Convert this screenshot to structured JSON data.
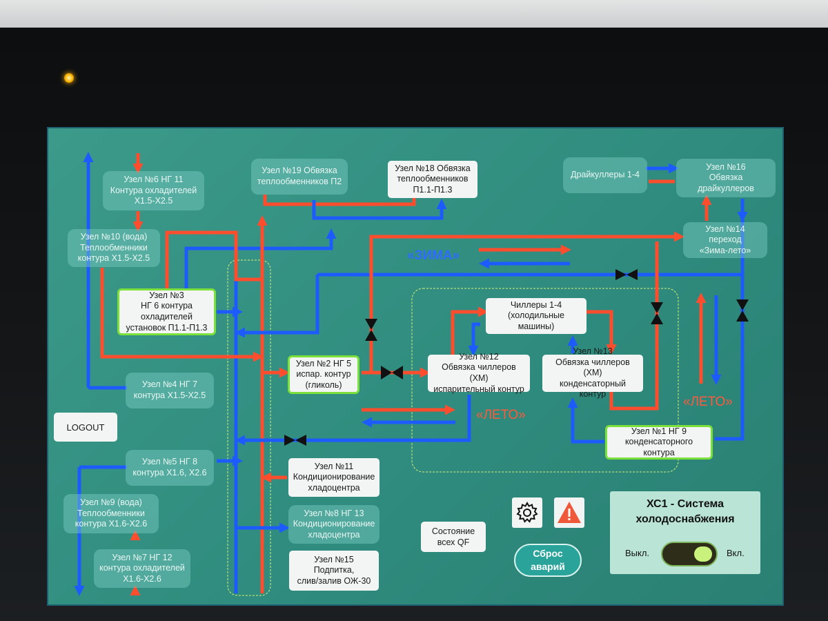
{
  "nodes": {
    "n6": "Узел №6 НГ 11\nКонтура охладителей\nХ1.5-Х2.5",
    "n10": "Узел №10 (вода)\nТеплообменники\nконтура Х1.5-Х2.5",
    "n3": "Узел №3\nНГ 6 контура\nохладителей\nустановок П1.1-П1.3",
    "n4": "Узел №4 НГ 7\nконтура Х1.5-Х2.5",
    "n5": "Узел №5 НГ 8\nконтура Х1.6, Х2.6",
    "n9": "Узел №9 (вода)\nТеплообменники\nконтура Х1.6-Х2.6",
    "n7": "Узел №7 НГ 12\nконтура охладителей\nХ1.6-Х2.6",
    "n19": "Узел №19 Обвязка\nтеплообменников П2",
    "n18": "Узел №18 Обвязка\nтеплообменников\nП1.1-П1.3",
    "n2": "Узел №2 НГ 5\nиспар. контур\n(гликоль)",
    "n11": "Узел №11\nКондиционирование\nхладоцентра",
    "n8": "Узел №8 НГ 13\nКондиционирование\nхладоцентра",
    "n15": "Узел №15\nПодпитка,\nслив/залив ОЖ-30",
    "chillers": "Чиллеры 1-4\n(холодильные машины)",
    "n12": "Узел №12\nОбвязка чиллеров (ХМ)\nиспарительный контур",
    "n13": "Узел №13\nОбвязка чиллеров (ХМ)\nконденсаторный контур",
    "n1": "Узел №1 НГ 9\nконденсаторного контура",
    "drycoolers": "Драйкуллеры 1-4",
    "n16": "Узел №16\nОбвязка драйкуллеров",
    "n14": "Узел №14\nпереход\n«Зима-лето»"
  },
  "labels": {
    "winter": "«ЗИМА»",
    "summer_left": "«ЛЕТО»",
    "summer_right": "«ЛЕТО»"
  },
  "controls": {
    "logout": "LOGOUT",
    "qf_state": "Состояние\nвсех QF",
    "reset": "Сброс\nаварий",
    "settings_icon": "gear-icon",
    "alarm_icon": "warning-icon"
  },
  "system": {
    "title": "ХС1 - Система\nхолодоснабжения",
    "off": "Выкл.",
    "on": "Вкл.",
    "enabled": true
  },
  "colors": {
    "supply": "#ff4d2e",
    "return": "#1e5bff",
    "active_border": "#7be03a"
  }
}
